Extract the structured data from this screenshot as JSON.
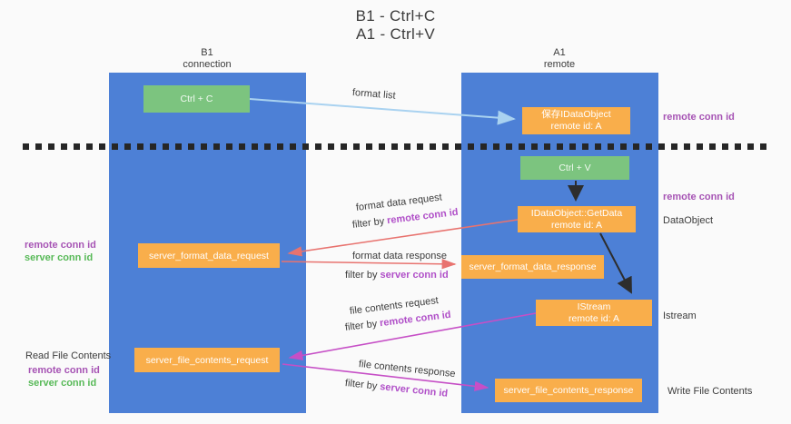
{
  "title": {
    "line1": "B1 - Ctrl+C",
    "line2": "A1 - Ctrl+V"
  },
  "columns": {
    "left": {
      "name": "B1",
      "subtitle": "connection"
    },
    "right": {
      "name": "A1",
      "subtitle": "remote"
    }
  },
  "boxes": {
    "ctrl_c": "Ctrl + C",
    "ctrl_v": "Ctrl + V",
    "save_dataobject_line1": "保存IDataObject",
    "save_dataobject_line2": "remote id: A",
    "getdata_line1": "IDataObject::GetData",
    "getdata_line2": "remote id: A",
    "istream_line1": "IStream",
    "istream_line2": "remote id: A",
    "format_request": "server_format_data_request",
    "format_response": "server_format_data_response",
    "file_request": "server_file_contents_request",
    "file_response": "server_file_contents_response"
  },
  "annotations": {
    "format_list": "format list",
    "format_data_request": "format data request",
    "format_data_response": "format data response",
    "file_contents_request": "file contents request",
    "file_contents_response": "file contents response",
    "filter_by": "filter by",
    "remote_conn_id": "remote conn id",
    "server_conn_id": "server conn id"
  },
  "side_labels": {
    "remote_conn_id": "remote conn id",
    "server_conn_id": "server conn id",
    "read_file_contents": "Read File Contents",
    "write_file_contents": "Write File Contents",
    "dataobject": "DataObject",
    "istream": "Istream"
  },
  "colors": {
    "background": "#fafafa",
    "column_blue": "#4d80d6",
    "box_orange": "#f9ae4b",
    "box_green": "#7cc47f",
    "arrow_lightblue": "#a9d2f0",
    "arrow_red": "#e8736f",
    "arrow_magenta": "#c64fc6",
    "arrow_black": "#2d2d2d",
    "text_purple": "#a653b4",
    "text_green": "#57b957",
    "filter_purple": "#b04fc8",
    "text_dark": "#3c3c3c",
    "dash_black": "#262626"
  }
}
